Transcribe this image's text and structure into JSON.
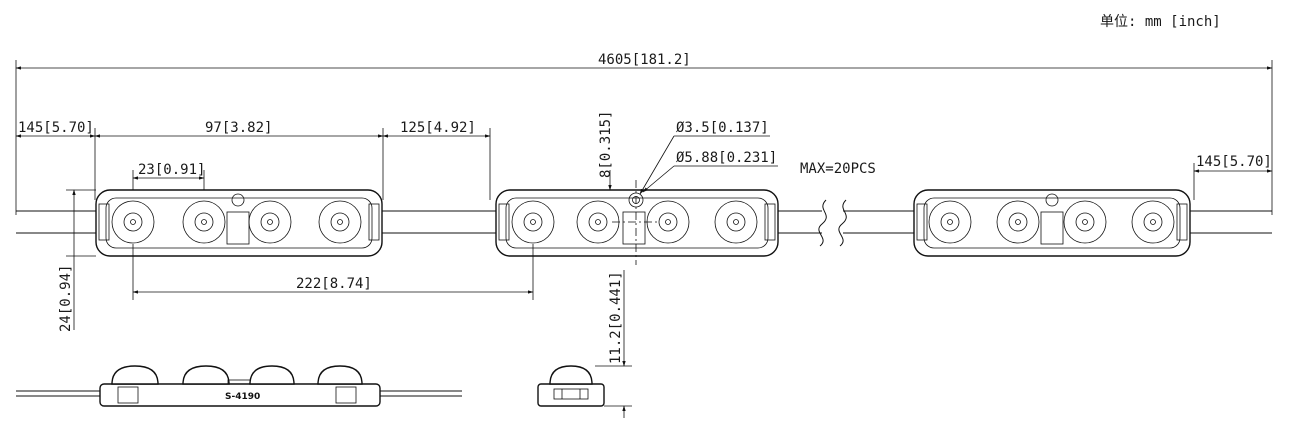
{
  "unit_note": "单位: mm [inch]",
  "max_note": "MAX=20PCS",
  "dimensions": {
    "total_length": "4605[181.2]",
    "left_wire": "145[5.70]",
    "module_length": "97[3.82]",
    "module_gap": "125[4.92]",
    "right_wire": "145[5.70]",
    "lens_spacing": "23[0.91]",
    "pitch": "222[8.74]",
    "width": "24[0.94]",
    "hole_offset": "8[0.315]",
    "hole_small": "Ø3.5[0.137]",
    "hole_large": "Ø5.88[0.231]",
    "height": "11.2[0.441]"
  },
  "side_label": "S-4190"
}
